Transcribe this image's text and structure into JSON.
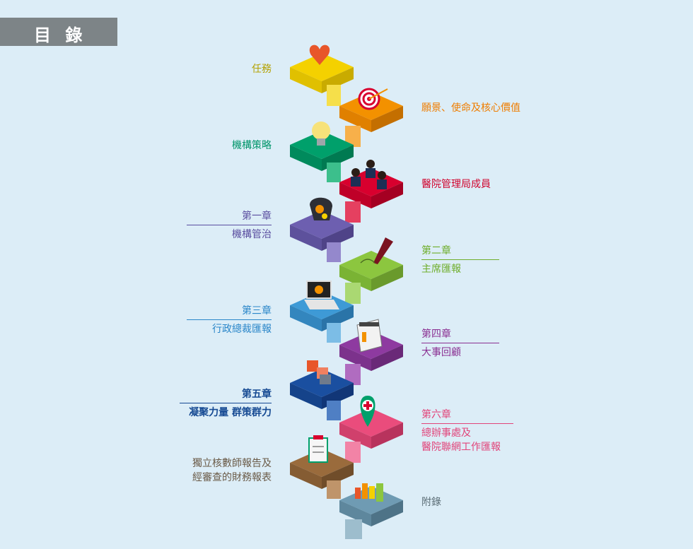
{
  "header": {
    "title": "目 錄"
  },
  "colors": {
    "yellow": "#f4d100",
    "orange": "#f39100",
    "teal": "#00a06b",
    "red": "#d8002e",
    "purple": "#6d5fb0",
    "lime": "#8cc63f",
    "sky": "#3e9ad6",
    "violet": "#8e3aa0",
    "navy": "#1a4fa0",
    "pink": "#ea4c7c",
    "brown": "#9a6b3c",
    "slate": "#6f9bb3"
  },
  "entries": [
    {
      "id": "mission",
      "side": "left",
      "text": "任務",
      "color": "#b3a100",
      "icon": "heart-icon"
    },
    {
      "id": "vision",
      "side": "right",
      "text": "願景、使命及核心價值",
      "color": "#ef7d00",
      "icon": "target-icon"
    },
    {
      "id": "strategy",
      "side": "left",
      "text": "機構策略",
      "color": "#00956a",
      "icon": "lightbulb-icon"
    },
    {
      "id": "members",
      "side": "right",
      "text": "醫院管理局成員",
      "color": "#d0022c",
      "icon": "people-icon"
    },
    {
      "id": "ch1",
      "side": "left",
      "chapter": "第一章",
      "text": "機構管治",
      "color": "#5a4ea0",
      "icon": "gears-head-icon"
    },
    {
      "id": "ch2",
      "side": "right",
      "chapter": "第二章",
      "text": "主席匯報",
      "color": "#6fae2c",
      "icon": "pen-icon"
    },
    {
      "id": "ch3",
      "side": "left",
      "chapter": "第三章",
      "text": "行政總裁匯報",
      "color": "#2a86c9",
      "icon": "laptop-icon"
    },
    {
      "id": "ch4",
      "side": "right",
      "chapter": "第四章",
      "text": "大事回顧",
      "color": "#8a2f92",
      "icon": "calendar-icon"
    },
    {
      "id": "ch5",
      "side": "left",
      "chapter": "第五章",
      "text": "凝聚力量 群策群力",
      "color": "#164a93",
      "icon": "puzzle-icon"
    },
    {
      "id": "ch6",
      "side": "right",
      "chapter": "第六章",
      "text": "總辦事處及",
      "text2": "醫院聯網工作匯報",
      "color": "#e2447a",
      "icon": "map-pin-cross-icon"
    },
    {
      "id": "audit",
      "side": "left",
      "text": "獨立核數師報告及",
      "text2": "經審查的財務報表",
      "color": "#6a5a47",
      "icon": "clipboard-icon"
    },
    {
      "id": "appendix",
      "side": "right",
      "text": "附錄",
      "color": "#5a6c75",
      "icon": "bar-chart-icon"
    }
  ]
}
